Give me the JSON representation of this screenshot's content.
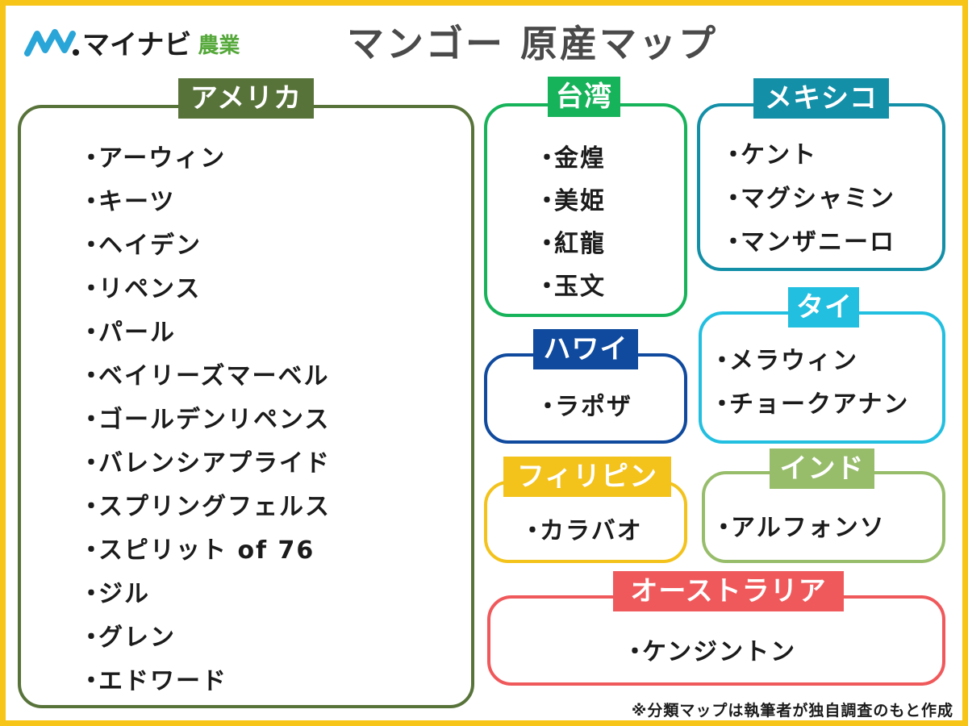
{
  "title": "マンゴー 原産マップ",
  "logo": {
    "brand": "マイナビ",
    "sub": "農業",
    "brand_color": "#1b1b1b",
    "sub_color": "#55a83a",
    "mark_color": "#2aa5d8"
  },
  "frame_color": "#f7c418",
  "bullet": "・",
  "regions": {
    "america": {
      "label": "アメリカ",
      "color": "#58733a",
      "items": [
        "アーウィン",
        "キーツ",
        "ヘイデン",
        "リペンス",
        "パール",
        "ベイリーズマーベル",
        "ゴールデンリペンス",
        "バレンシアプライド",
        "スプリングフェルス",
        "スピリット of 76",
        "ジル",
        "グレン",
        "エドワード"
      ]
    },
    "taiwan": {
      "label": "台湾",
      "color": "#17b35a",
      "items": [
        "金煌",
        "美姫",
        "紅龍",
        "玉文"
      ]
    },
    "mexico": {
      "label": "メキシコ",
      "color": "#138fa8",
      "items": [
        "ケント",
        "マグシャミン",
        "マンザニーロ"
      ]
    },
    "hawaii": {
      "label": "ハワイ",
      "color": "#0f4a9e",
      "items": [
        "ラポザ"
      ]
    },
    "thailand": {
      "label": "タイ",
      "color": "#22bfe0",
      "items": [
        "メラウィン",
        "チョークアナン"
      ]
    },
    "philippines": {
      "label": "フィリピン",
      "color": "#f3c21b",
      "items": [
        "カラバオ"
      ]
    },
    "india": {
      "label": "インド",
      "color": "#97bd6b",
      "items": [
        "アルフォンソ"
      ]
    },
    "australia": {
      "label": "オーストラリア",
      "color": "#f0595b",
      "items": [
        "ケンジントン"
      ]
    }
  },
  "note": "※分類マップは執筆者が独自調査のもと作成"
}
